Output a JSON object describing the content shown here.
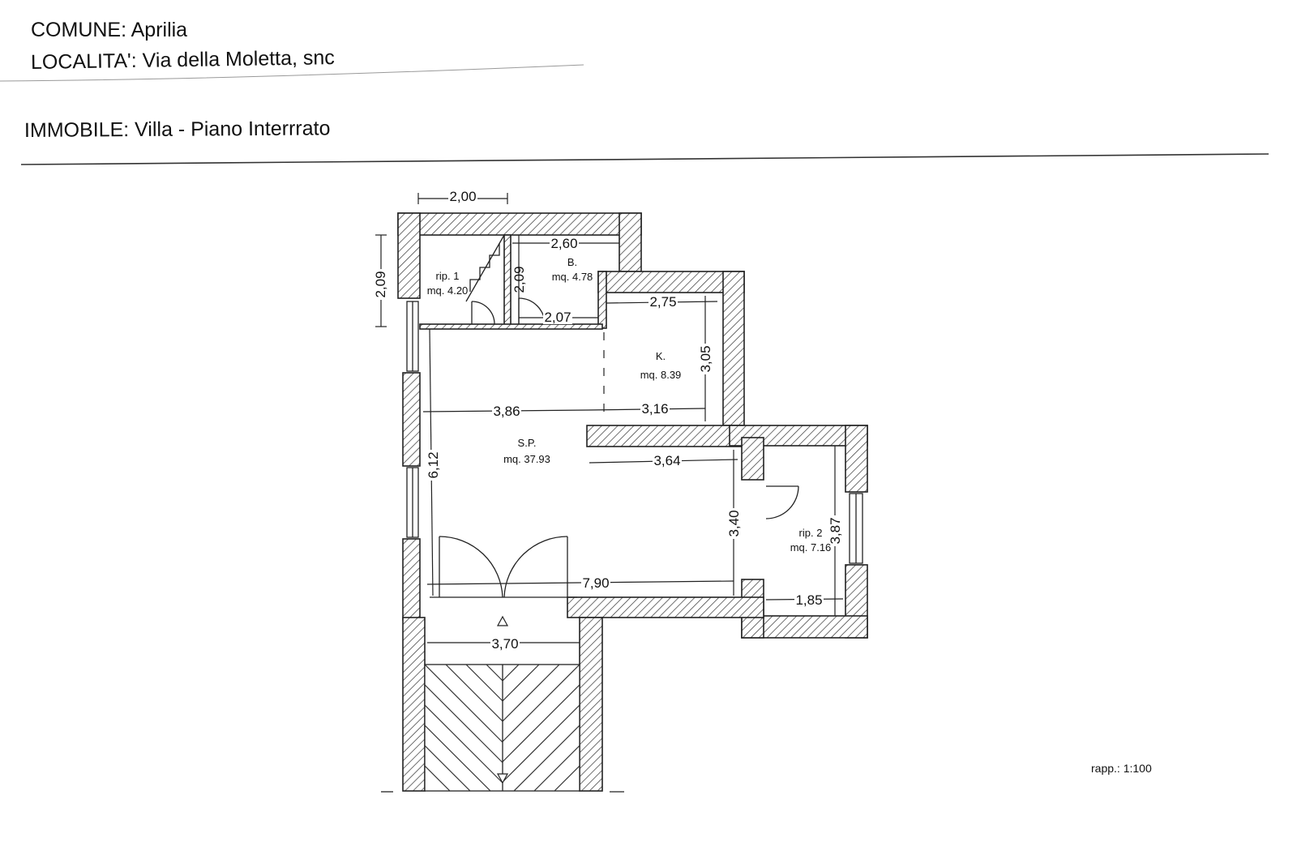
{
  "header": {
    "comune": "COMUNE: Aprilia",
    "localita": "LOCALITA': Via della Moletta, snc",
    "immobile": "IMMOBILE: Villa - Piano Interrrato"
  },
  "rooms": {
    "rip1": {
      "name": "rip. 1",
      "area": "mq. 4.20"
    },
    "b": {
      "name": "B.",
      "area": "mq. 4.78"
    },
    "k": {
      "name": "K.",
      "area": "mq. 8.39"
    },
    "sp": {
      "name": "S.P.",
      "area": "mq. 37.93"
    },
    "rip2": {
      "name": "rip. 2",
      "area": "mq. 7.16"
    }
  },
  "dimensions": {
    "d_2_00": "2,00",
    "d_2_09_left": "2,09",
    "d_2_60": "2,60",
    "d_2_09_inner": "2,09",
    "d_2_07": "2,07",
    "d_2_75": "2,75",
    "d_3_05": "3,05",
    "d_3_86": "3,86",
    "d_3_16": "3,16",
    "d_6_12": "6,12",
    "d_3_64": "3,64",
    "d_3_40": "3,40",
    "d_7_90": "7,90",
    "d_3_87": "3,87",
    "d_1_85": "1,85",
    "d_3_70": "3,70"
  },
  "scale": "rapp.: 1:100"
}
